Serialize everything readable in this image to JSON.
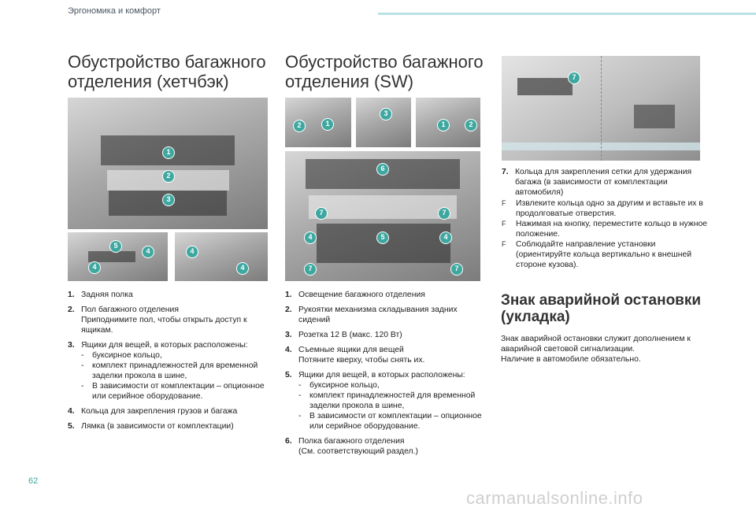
{
  "header": {
    "section_title": "Эргономика и комфорт",
    "accent_color": "#b8e2e6"
  },
  "hatchback": {
    "title_line1": "Обустройство багажного",
    "title_line2": "отделения (хетчбэк)",
    "items": [
      {
        "num": "1.",
        "lines": [
          "Задняя полка"
        ]
      },
      {
        "num": "2.",
        "lines": [
          "Пол багажного отделения",
          "Приподнимите пол, чтобы открыть доступ к ящикам."
        ]
      },
      {
        "num": "3.",
        "lines": [
          "Ящики для вещей, в которых расположены:"
        ],
        "subs": [
          "буксирное кольцо,",
          "комплект принадлежностей для временной заделки прокола в шине,",
          "В зависимости от комплектации – опционное или серийное оборудование."
        ]
      },
      {
        "num": "4.",
        "lines": [
          "Кольца для закрепления грузов и багажа"
        ]
      },
      {
        "num": "5.",
        "lines": [
          "Лямка (в зависимости от комплектации)"
        ]
      }
    ]
  },
  "sw": {
    "title_line1": "Обустройство багажного",
    "title_line2": "отделения (SW)",
    "items": [
      {
        "num": "1.",
        "lines": [
          "Освещение багажного отделения"
        ]
      },
      {
        "num": "2.",
        "lines": [
          "Рукоятки механизма складывания задних сидений"
        ]
      },
      {
        "num": "3.",
        "lines": [
          "Розетка 12 В (макс. 120 Вт)"
        ]
      },
      {
        "num": "4.",
        "lines": [
          "Съемные ящики для вещей",
          "Потяните кверху, чтобы снять их."
        ]
      },
      {
        "num": "5.",
        "lines": [
          "Ящики для вещей, в которых расположены:"
        ],
        "subs": [
          "буксирное кольцо,",
          "комплект принадлежностей для временной заделки прокола в шине,",
          "В зависимости от комплектации – опционное или серийное оборудование."
        ]
      },
      {
        "num": "6.",
        "lines": [
          "Полка багажного отделения",
          "(См. соответствующий раздел.)"
        ]
      }
    ]
  },
  "rings": {
    "item_num": "7.",
    "item_text": "Кольца для закрепления сетки для удержания багажа (в зависимости от комплектации автомобиля)",
    "bullets": [
      "Извлеките кольца одно за другим и вставьте их в продолговатые отверстия.",
      "Нажимая на кнопку, переместите кольцо в нужное положение.",
      "Соблюдайте направление установки (ориентируйте кольца вертикально к внешней стороне кузова)."
    ],
    "bullet_glyph": "F"
  },
  "warning": {
    "title_line1": "Знак аварийной остановки",
    "title_line2": "(укладка)",
    "para_line1": "Знак аварийной остановки служит дополнением к аварийной световой сигнализации.",
    "para_line2": "Наличие в автомобиле обязательно."
  },
  "callouts": {
    "c1": "1",
    "c2": "2",
    "c3": "3",
    "c4": "4",
    "c5": "5",
    "c6": "6",
    "c7": "7",
    "color": "#3ea8a0"
  },
  "footer": {
    "page_number": "62",
    "watermark": "carmanualsonline.info"
  }
}
